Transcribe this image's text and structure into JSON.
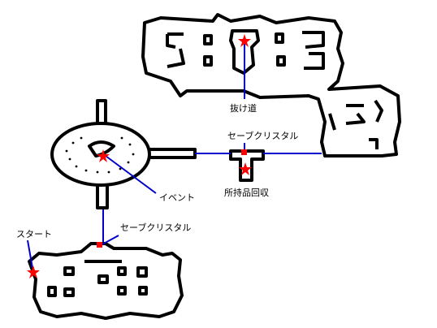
{
  "labels": {
    "shortcut": "抜け道",
    "save_crystal_top": "セーブクリスタル",
    "item_recovery": "所持品回収",
    "event": "イベント",
    "start": "スタート",
    "save_crystal_bottom": "セーブクリスタル"
  },
  "colors": {
    "wall": "#000000",
    "route_line": "#0000cc",
    "marker": "#ff0000",
    "background": "#ffffff"
  },
  "markers": {
    "star_icon": "star",
    "square_icon": "square"
  }
}
